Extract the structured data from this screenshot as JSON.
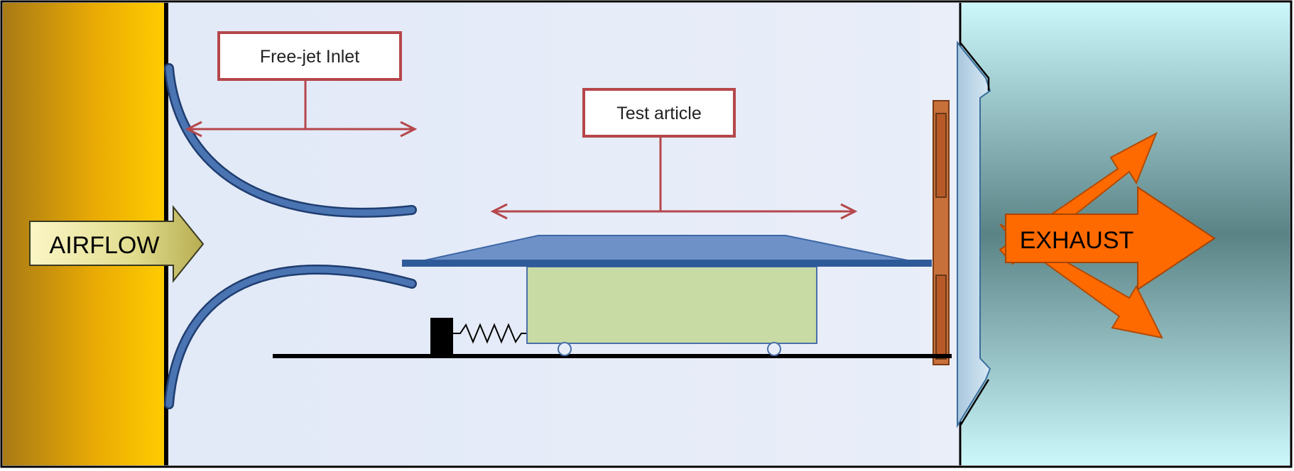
{
  "labels": {
    "airflow": "AIRFLOW",
    "free_jet_inlet": "Free-jet Inlet",
    "test_article": "Test article",
    "exhaust": "EXHAUST"
  },
  "colors": {
    "airflow_panel_dark": "#b8860b",
    "airflow_panel_light": "#ffc800",
    "test_chamber": "#e4eaf7",
    "exhaust_bg_light": "#c8f7fa",
    "exhaust_bg_dark": "#5f8589",
    "nozzle_blue": "#3d67a6",
    "label_border": "#b5474b",
    "arrow_red": "#b5474b",
    "test_article_body": "#c8dba4",
    "plate_blue": "#4a6fa8",
    "exhaust_orange": "#ff6a00",
    "airflow_arrow": "#dfe08a",
    "flange_brown": "#c8703a"
  }
}
